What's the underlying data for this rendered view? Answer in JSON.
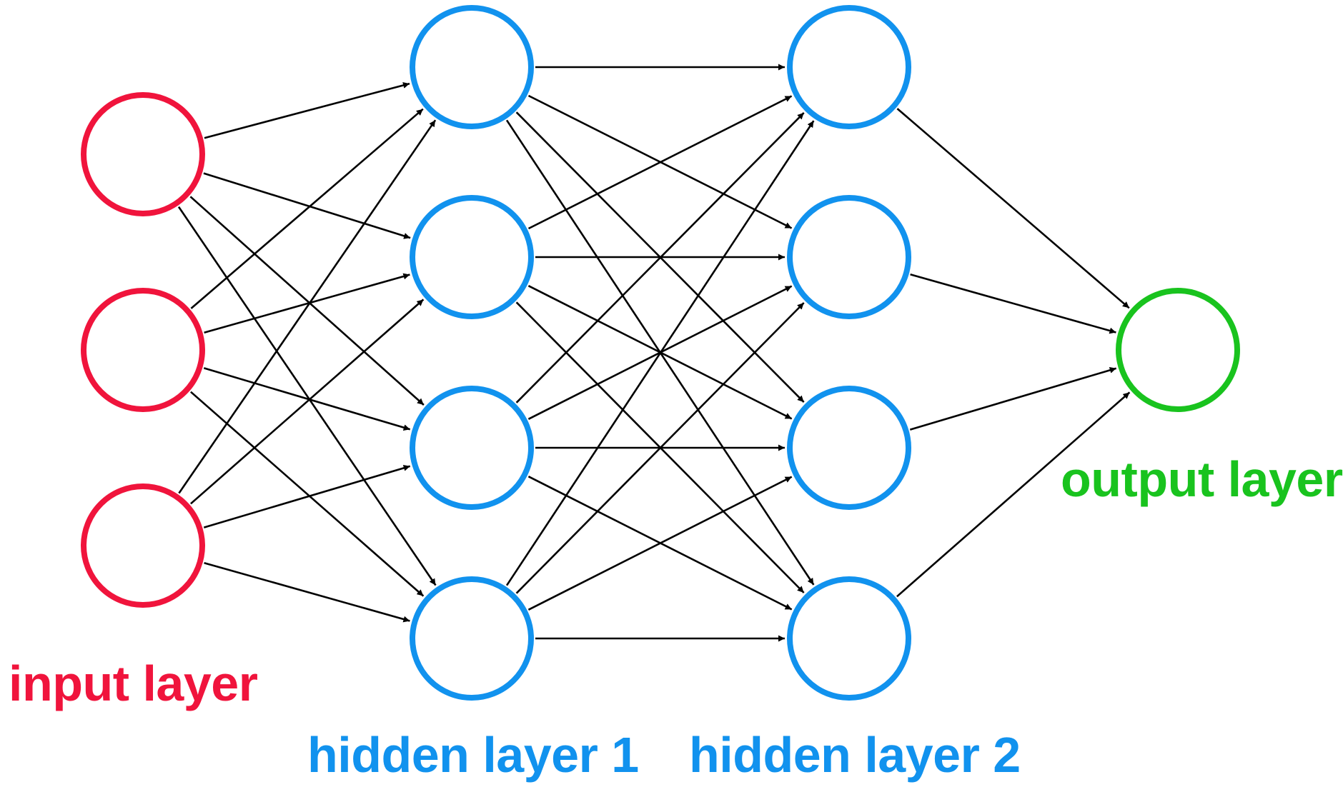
{
  "colors": {
    "input": "#f0143c",
    "hidden": "#1192ee",
    "output": "#19c31e",
    "edge": "#000000",
    "background": "#ffffff"
  },
  "network": {
    "layers": [
      {
        "name": "input",
        "label": "input layer",
        "nodes": 3,
        "color_key": "input"
      },
      {
        "name": "hidden1",
        "label": "hidden layer 1",
        "nodes": 4,
        "color_key": "hidden"
      },
      {
        "name": "hidden2",
        "label": "hidden layer 2",
        "nodes": 4,
        "color_key": "hidden"
      },
      {
        "name": "output",
        "label": "output layer",
        "nodes": 1,
        "color_key": "output"
      }
    ],
    "connectivity": "fully-connected",
    "edge_style": "arrow"
  }
}
